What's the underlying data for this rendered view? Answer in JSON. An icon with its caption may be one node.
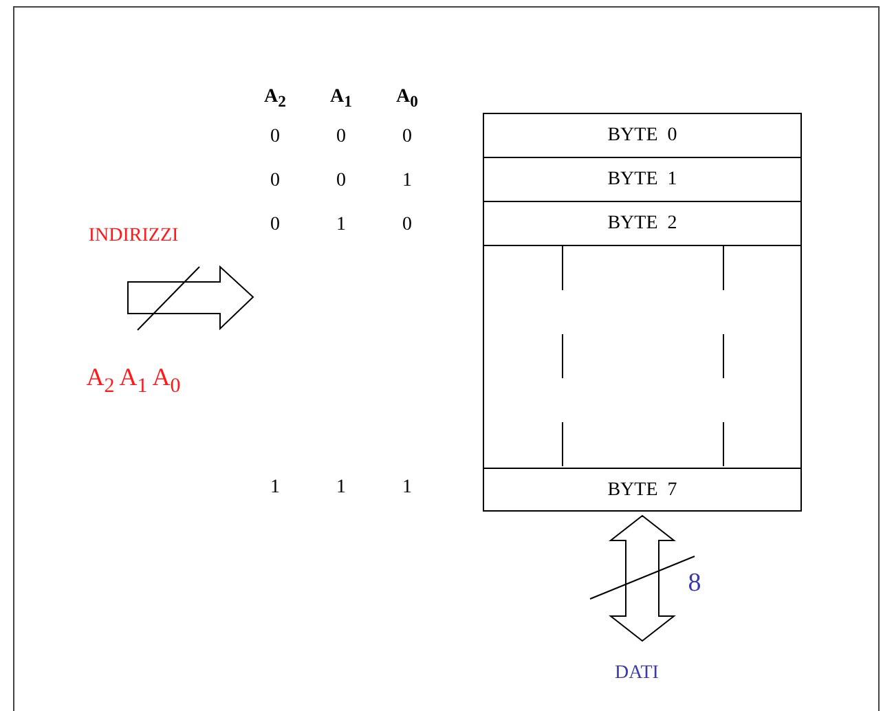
{
  "diagram": {
    "nodes": [
      {
        "text": [],
        "shape": "box"
      },
      {
        "text": [
          "BYTE  0"
        ],
        "in": 0
      },
      {
        "text": [
          "BYTE  1"
        ],
        "in": 0
      },
      {
        "text": [
          "BYTE  2"
        ],
        "in": 0
      },
      {
        "text": [
          "BYTE  7"
        ],
        "in": 0
      },
      {
        "text": [
          "DATI"
        ]
      }
    ],
    "edges": [
      {
        "from": 4,
        "to": 5,
        "arrow": "both",
        "label": "8"
      }
    ],
    "labels": [
      "A$_{2}$",
      "A$_{1}$",
      "A$_{0}$",
      "0",
      "0",
      "0",
      "0",
      "0",
      "1",
      "0",
      "1",
      "0",
      "1",
      "1",
      "1",
      "INDIRIZZI",
      "A$_{2}$ A$_{1}$ A$_{0}$"
    ]
  }
}
